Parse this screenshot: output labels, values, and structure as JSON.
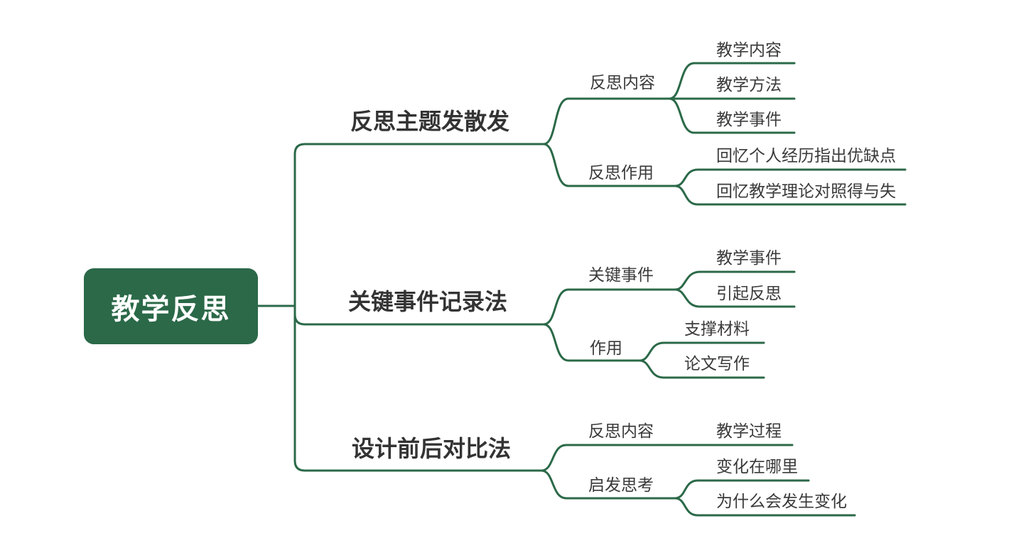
{
  "colors": {
    "accent": "#2B6948",
    "text_dark": "#3A3A3A",
    "background": "#FFFFFF"
  },
  "root": {
    "label": "教学反思"
  },
  "branches": [
    {
      "label": "反思主题发散发",
      "children": [
        {
          "label": "反思内容",
          "children": [
            {
              "label": "教学内容"
            },
            {
              "label": "教学方法"
            },
            {
              "label": "教学事件"
            }
          ]
        },
        {
          "label": "反思作用",
          "children": [
            {
              "label": "回忆个人经历指出优缺点"
            },
            {
              "label": "回忆教学理论对照得与失"
            }
          ]
        }
      ]
    },
    {
      "label": "关键事件记录法",
      "children": [
        {
          "label": "关键事件",
          "children": [
            {
              "label": "教学事件"
            },
            {
              "label": "引起反思"
            }
          ]
        },
        {
          "label": "作用",
          "children": [
            {
              "label": "支撑材料"
            },
            {
              "label": "论文写作"
            }
          ]
        }
      ]
    },
    {
      "label": "设计前后对比法",
      "children": [
        {
          "label": "反思内容",
          "children": [
            {
              "label": "教学过程"
            }
          ]
        },
        {
          "label": "启发思考",
          "children": [
            {
              "label": "变化在哪里"
            },
            {
              "label": "为什么会发生变化"
            }
          ]
        }
      ]
    }
  ]
}
